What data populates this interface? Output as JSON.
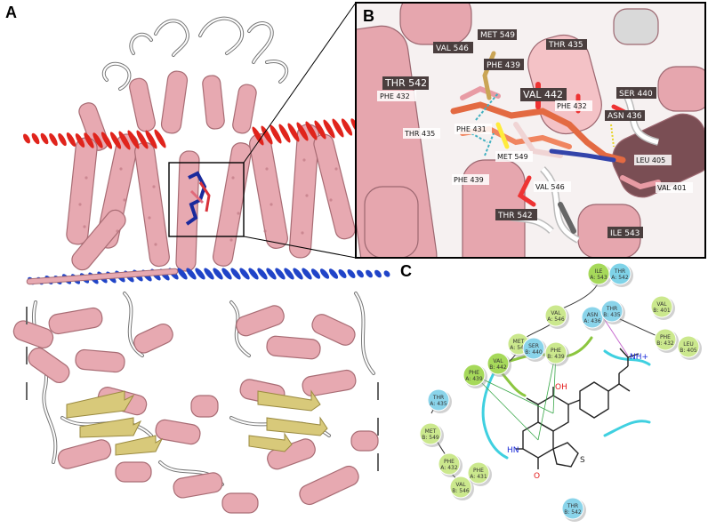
{
  "panels": {
    "a": {
      "letter": "A"
    },
    "b": {
      "letter": "B",
      "labels": [
        {
          "id": "val546a",
          "text": "VAL 546",
          "style": "dark"
        },
        {
          "id": "met549a",
          "text": "MET 549",
          "style": "dark"
        },
        {
          "id": "phe439a",
          "text": "PHE 439",
          "style": "dark"
        },
        {
          "id": "thr435a",
          "text": "THR 435",
          "style": "dark"
        },
        {
          "id": "thr542a",
          "text": "THR 542",
          "style": "darklg"
        },
        {
          "id": "phe432a",
          "text": "PHE 432",
          "style": "white"
        },
        {
          "id": "val442",
          "text": "VAL 442",
          "style": "darklg"
        },
        {
          "id": "phe432b",
          "text": "PHE 432",
          "style": "white"
        },
        {
          "id": "ser440",
          "text": "SER 440",
          "style": "dark"
        },
        {
          "id": "asn436",
          "text": "ASN 436",
          "style": "dark"
        },
        {
          "id": "thr435b",
          "text": "THR 435",
          "style": "white"
        },
        {
          "id": "phe431",
          "text": "PHE 431",
          "style": "white"
        },
        {
          "id": "met549b",
          "text": "MET 549",
          "style": "white"
        },
        {
          "id": "leu405",
          "text": "LEU 405",
          "style": "white"
        },
        {
          "id": "val401",
          "text": "VAL 401",
          "style": "white"
        },
        {
          "id": "phe439b",
          "text": "PHE 439",
          "style": "white"
        },
        {
          "id": "val546b",
          "text": "VAL 546",
          "style": "white"
        },
        {
          "id": "thr542b",
          "text": "THR 542",
          "style": "dark"
        },
        {
          "id": "ile543",
          "text": "ILE 543",
          "style": "dark"
        }
      ]
    },
    "c": {
      "letter": "C",
      "residues": [
        {
          "id": "ileA543",
          "l1": "ILE",
          "l2": "A: 543",
          "color": "#a6d95a"
        },
        {
          "id": "thrA542",
          "l1": "THR",
          "l2": "A: 542",
          "color": "#7fd3e8"
        },
        {
          "id": "valA546",
          "l1": "VAL",
          "l2": "A: 546",
          "color": "#cbe88d"
        },
        {
          "id": "asnA436",
          "l1": "ASN",
          "l2": "A: 436",
          "color": "#8ad4ea"
        },
        {
          "id": "thrB435",
          "l1": "THR",
          "l2": "B: 435",
          "color": "#8ad4ea"
        },
        {
          "id": "valB401",
          "l1": "VAL",
          "l2": "B: 401",
          "color": "#cbe88d"
        },
        {
          "id": "metA549",
          "l1": "MET",
          "l2": "A: 549",
          "color": "#cbe88d"
        },
        {
          "id": "serB440",
          "l1": "SER",
          "l2": "B: 440",
          "color": "#8ad4ea"
        },
        {
          "id": "pheB439",
          "l1": "PHE",
          "l2": "B: 439",
          "color": "#cbe88d"
        },
        {
          "id": "pheB432",
          "l1": "PHE",
          "l2": "B: 432",
          "color": "#cbe88d"
        },
        {
          "id": "leuB405",
          "l1": "LEU",
          "l2": "B: 405",
          "color": "#cbe88d"
        },
        {
          "id": "valB442",
          "l1": "VAL",
          "l2": "B: 442",
          "color": "#a6d95a"
        },
        {
          "id": "pheA439",
          "l1": "PHE",
          "l2": "A: 439",
          "color": "#a6d95a"
        },
        {
          "id": "thrA435",
          "l1": "THR",
          "l2": "A: 435",
          "color": "#8ad4ea"
        },
        {
          "id": "metB549",
          "l1": "MET",
          "l2": "B: 549",
          "color": "#cbe88d"
        },
        {
          "id": "pheA432",
          "l1": "PHE",
          "l2": "A: 432",
          "color": "#cbe88d"
        },
        {
          "id": "pheA431",
          "l1": "PHE",
          "l2": "A: 431",
          "color": "#cbe88d"
        },
        {
          "id": "valB546",
          "l1": "VAL",
          "l2": "B: 546",
          "color": "#cbe88d"
        },
        {
          "id": "thrB542",
          "l1": "THR",
          "l2": "B: 542",
          "color": "#8ad4ea"
        }
      ],
      "atoms": {
        "oh": "OH",
        "nh": "NH+",
        "hn": "HN",
        "o": "O",
        "s": "S"
      }
    }
  }
}
